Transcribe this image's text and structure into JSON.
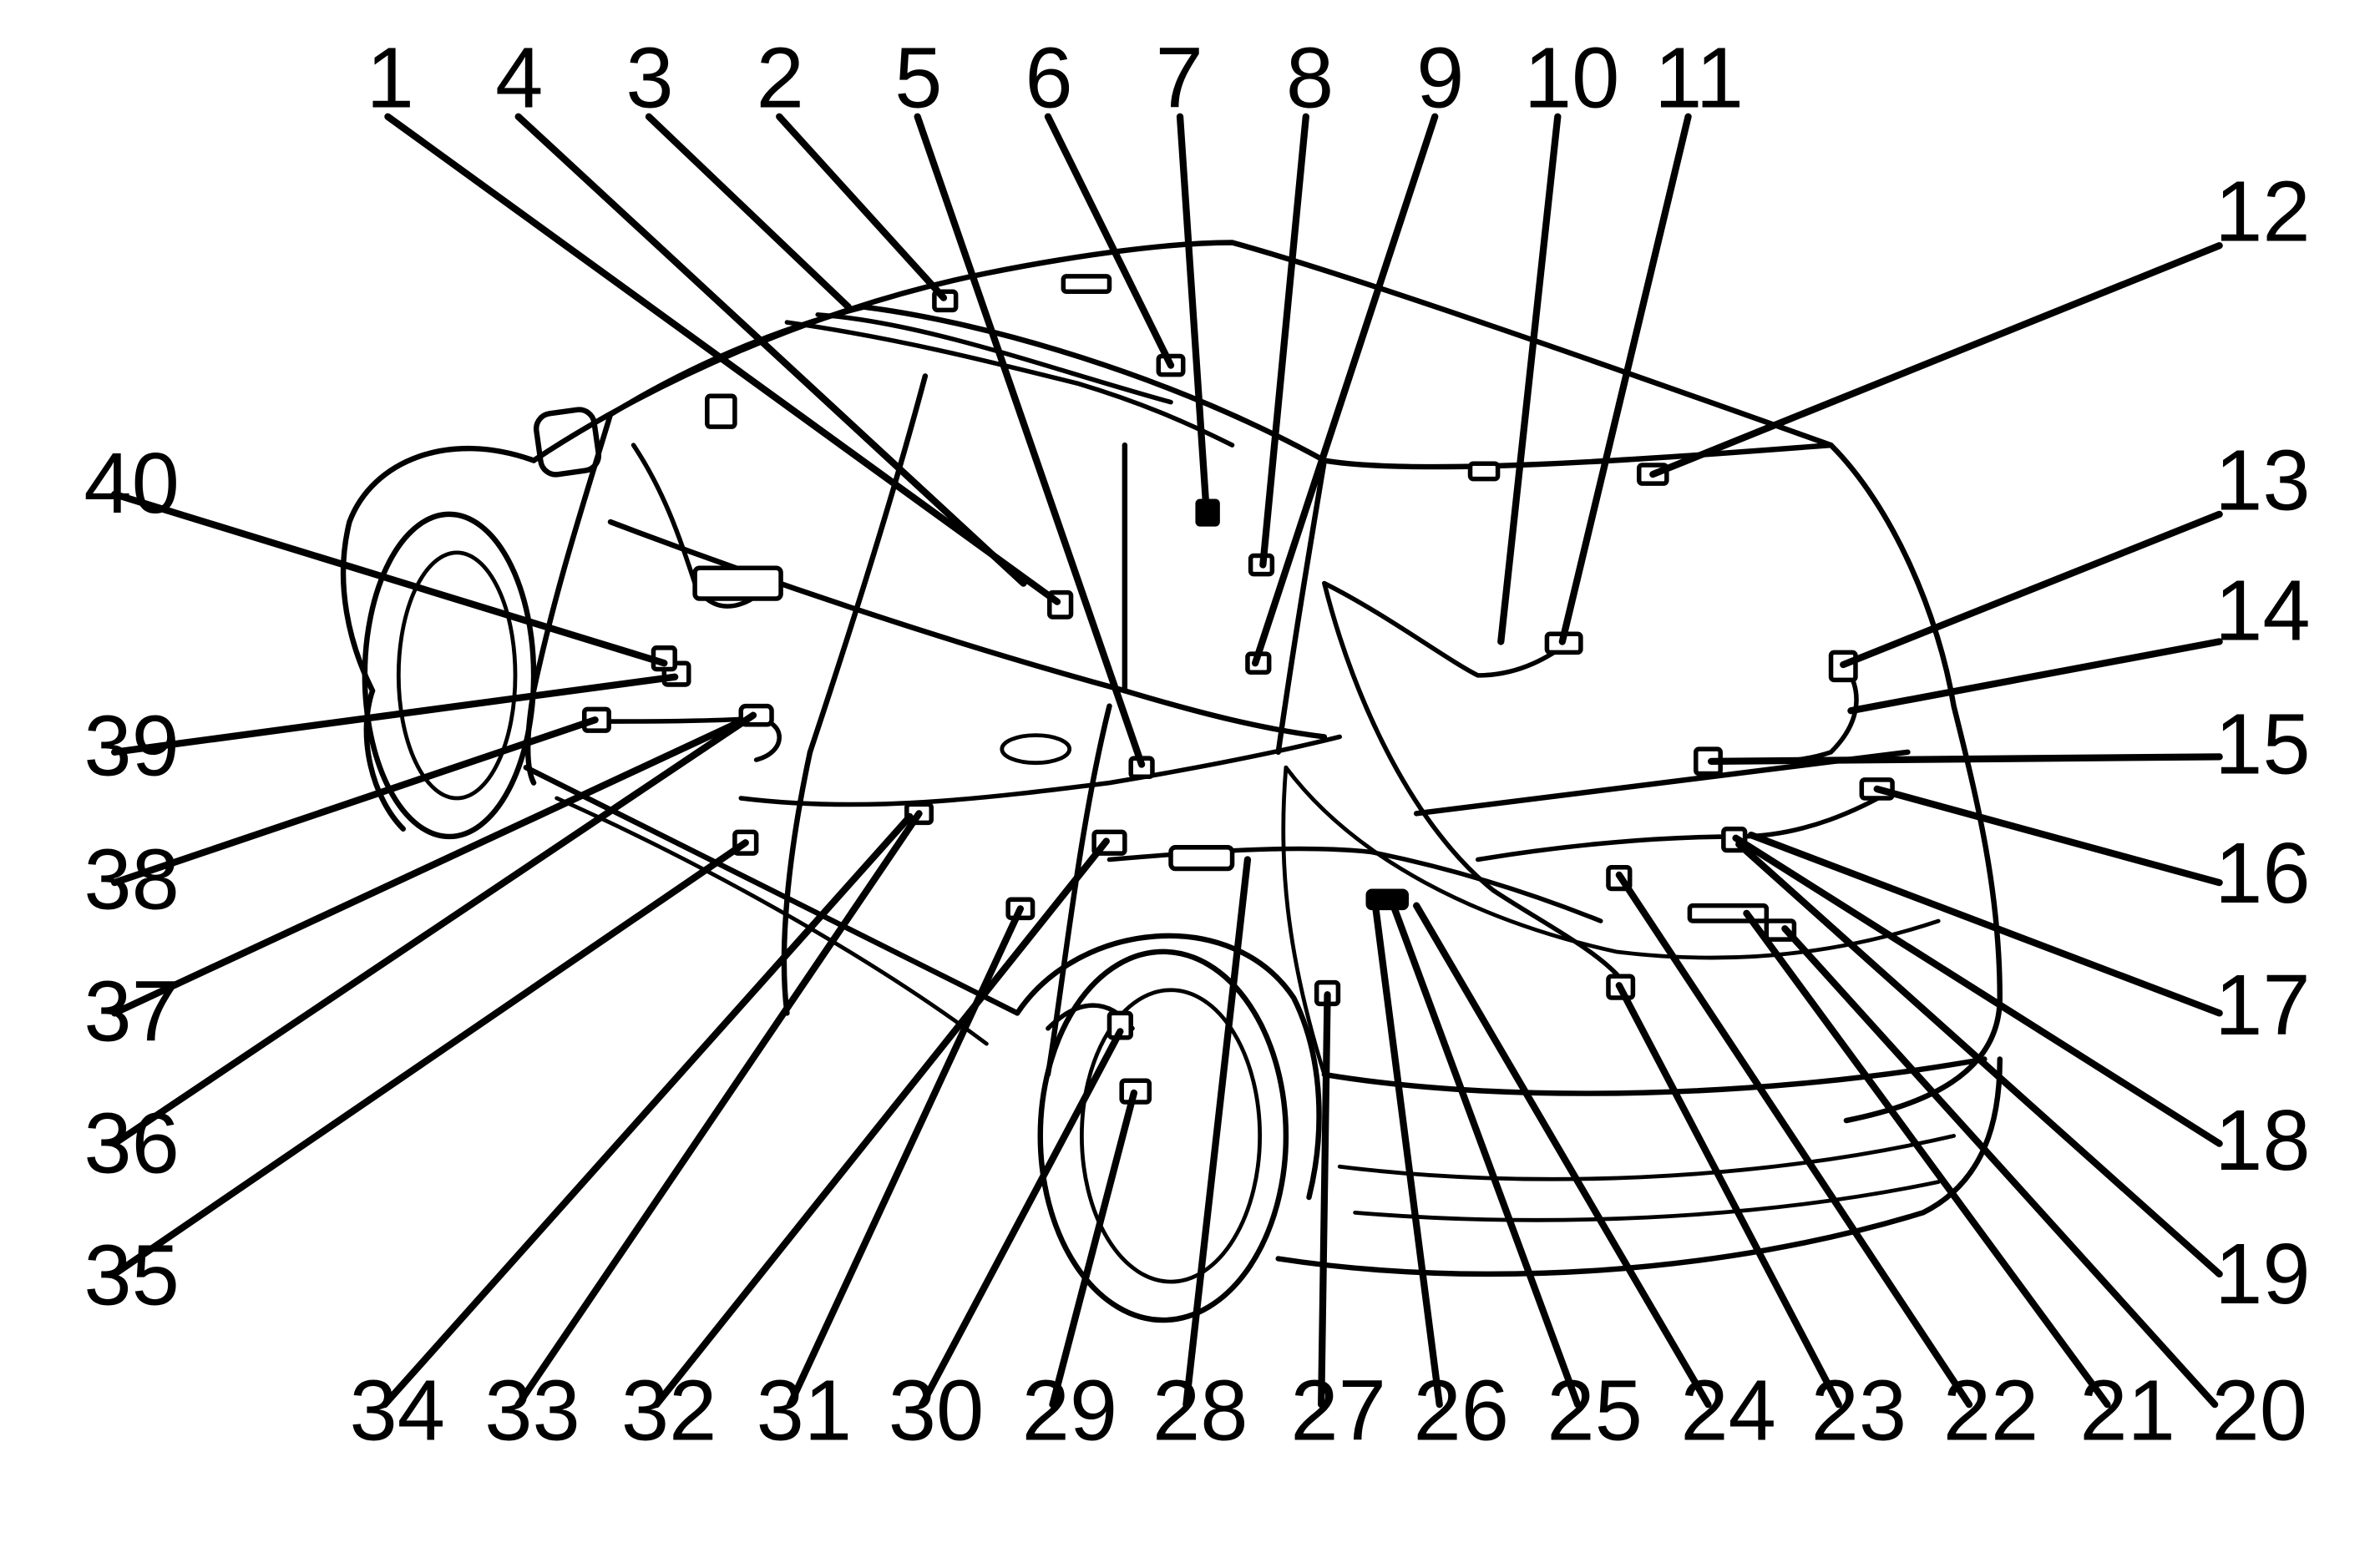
{
  "diagram": {
    "callouts": [
      "1",
      "2",
      "3",
      "4",
      "5",
      "6",
      "7",
      "8",
      "9",
      "10",
      "11",
      "12",
      "13",
      "14",
      "15",
      "16",
      "17",
      "18",
      "19",
      "20",
      "21",
      "22",
      "23",
      "24",
      "25",
      "26",
      "27",
      "28",
      "29",
      "30",
      "31",
      "32",
      "33",
      "34",
      "35",
      "36",
      "37",
      "38",
      "39",
      "40"
    ]
  },
  "colors": {
    "line": "#000000",
    "background": "#ffffff"
  }
}
